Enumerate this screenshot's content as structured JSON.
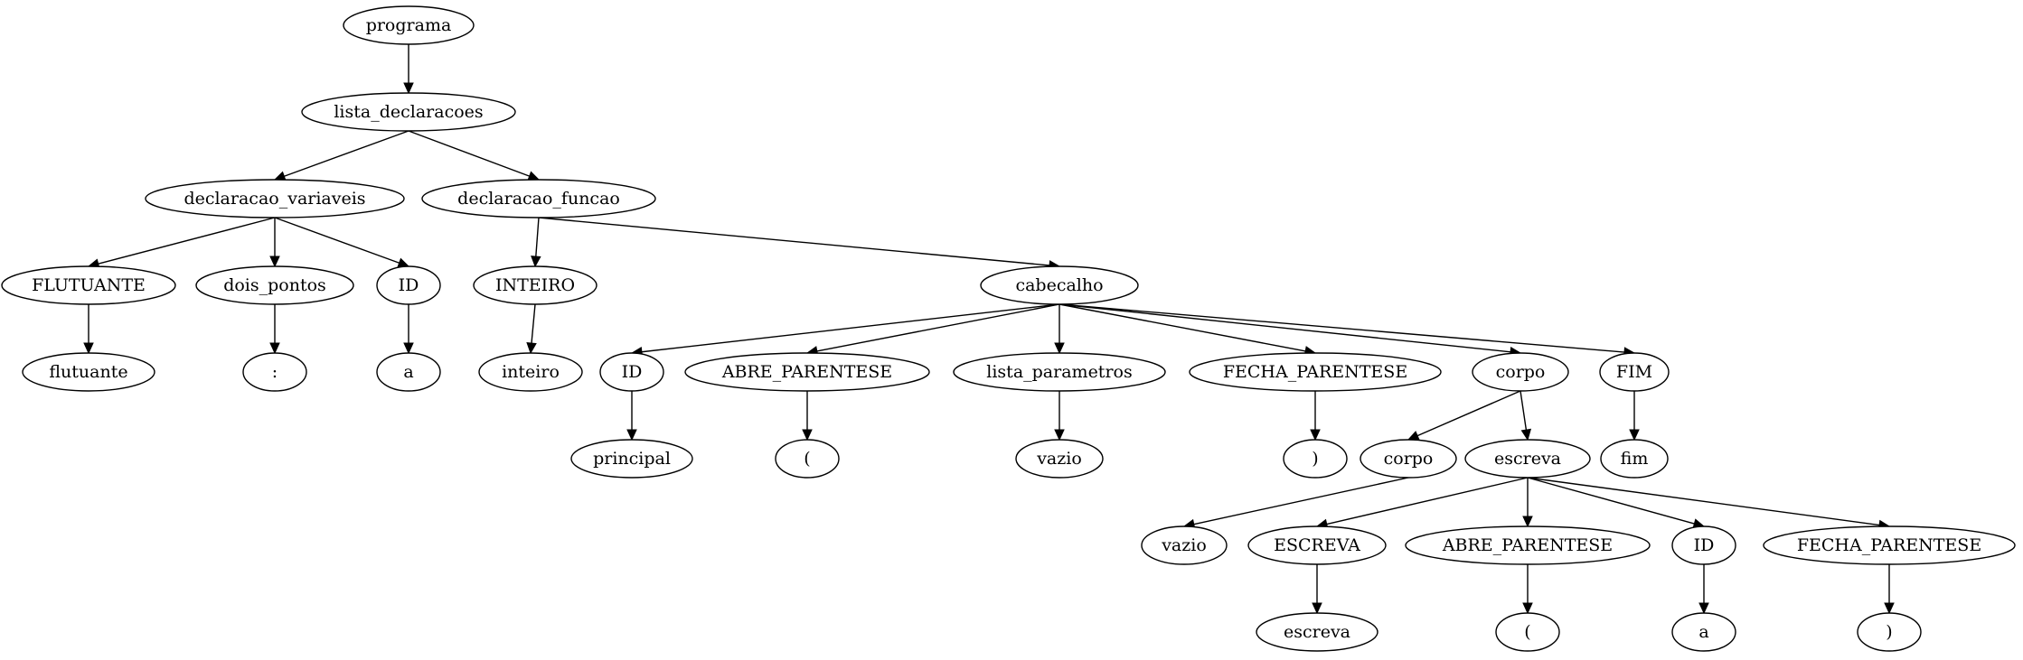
{
  "diagram": {
    "nodes": [
      {
        "id": "programa",
        "label": "programa"
      },
      {
        "id": "lista_declaracoes",
        "label": "lista_declaracoes"
      },
      {
        "id": "declaracao_variaveis",
        "label": "declaracao_variaveis"
      },
      {
        "id": "declaracao_funcao",
        "label": "declaracao_funcao"
      },
      {
        "id": "flutuante_tok",
        "label": "FLUTUANTE"
      },
      {
        "id": "dois_pontos",
        "label": "dois_pontos"
      },
      {
        "id": "id_var",
        "label": "ID"
      },
      {
        "id": "inteiro_tok",
        "label": "INTEIRO"
      },
      {
        "id": "cabecalho",
        "label": "cabecalho"
      },
      {
        "id": "flutuante_lex",
        "label": "flutuante"
      },
      {
        "id": "colon_lex",
        "label": ":"
      },
      {
        "id": "a_var",
        "label": "a"
      },
      {
        "id": "inteiro_lex",
        "label": "inteiro"
      },
      {
        "id": "id_func",
        "label": "ID"
      },
      {
        "id": "abre_parentese_1",
        "label": "ABRE_PARENTESE"
      },
      {
        "id": "lista_parametros",
        "label": "lista_parametros"
      },
      {
        "id": "fecha_parentese_1",
        "label": "FECHA_PARENTESE"
      },
      {
        "id": "corpo_outer",
        "label": "corpo"
      },
      {
        "id": "fim_tok",
        "label": "FIM"
      },
      {
        "id": "principal_lex",
        "label": "principal"
      },
      {
        "id": "open_paren_lex_1",
        "label": "("
      },
      {
        "id": "vazio_params",
        "label": "vazio"
      },
      {
        "id": "close_paren_lex_1",
        "label": ")"
      },
      {
        "id": "corpo_inner",
        "label": "corpo"
      },
      {
        "id": "escreva_node",
        "label": "escreva"
      },
      {
        "id": "fim_lex",
        "label": "fim"
      },
      {
        "id": "vazio_corpo",
        "label": "vazio"
      },
      {
        "id": "escreva_tok",
        "label": "ESCREVA"
      },
      {
        "id": "abre_parentese_2",
        "label": "ABRE_PARENTESE"
      },
      {
        "id": "id_escreva",
        "label": "ID"
      },
      {
        "id": "fecha_parentese_2",
        "label": "FECHA_PARENTESE"
      },
      {
        "id": "escreva_lex",
        "label": "escreva"
      },
      {
        "id": "open_paren_lex_2",
        "label": "("
      },
      {
        "id": "a_escreva",
        "label": "a"
      },
      {
        "id": "close_paren_lex_2",
        "label": ")"
      }
    ],
    "edges": [
      [
        "programa",
        "lista_declaracoes"
      ],
      [
        "lista_declaracoes",
        "declaracao_variaveis"
      ],
      [
        "lista_declaracoes",
        "declaracao_funcao"
      ],
      [
        "declaracao_variaveis",
        "flutuante_tok"
      ],
      [
        "declaracao_variaveis",
        "dois_pontos"
      ],
      [
        "declaracao_variaveis",
        "id_var"
      ],
      [
        "declaracao_funcao",
        "inteiro_tok"
      ],
      [
        "declaracao_funcao",
        "cabecalho"
      ],
      [
        "flutuante_tok",
        "flutuante_lex"
      ],
      [
        "dois_pontos",
        "colon_lex"
      ],
      [
        "id_var",
        "a_var"
      ],
      [
        "inteiro_tok",
        "inteiro_lex"
      ],
      [
        "cabecalho",
        "id_func"
      ],
      [
        "cabecalho",
        "abre_parentese_1"
      ],
      [
        "cabecalho",
        "lista_parametros"
      ],
      [
        "cabecalho",
        "fecha_parentese_1"
      ],
      [
        "cabecalho",
        "corpo_outer"
      ],
      [
        "cabecalho",
        "fim_tok"
      ],
      [
        "id_func",
        "principal_lex"
      ],
      [
        "abre_parentese_1",
        "open_paren_lex_1"
      ],
      [
        "lista_parametros",
        "vazio_params"
      ],
      [
        "fecha_parentese_1",
        "close_paren_lex_1"
      ],
      [
        "corpo_outer",
        "corpo_inner"
      ],
      [
        "corpo_outer",
        "escreva_node"
      ],
      [
        "fim_tok",
        "fim_lex"
      ],
      [
        "corpo_inner",
        "vazio_corpo"
      ],
      [
        "escreva_node",
        "escreva_tok"
      ],
      [
        "escreva_node",
        "abre_parentese_2"
      ],
      [
        "escreva_node",
        "id_escreva"
      ],
      [
        "escreva_node",
        "fecha_parentese_2"
      ],
      [
        "escreva_tok",
        "escreva_lex"
      ],
      [
        "abre_parentese_2",
        "open_paren_lex_2"
      ],
      [
        "id_escreva",
        "a_escreva"
      ],
      [
        "fecha_parentese_2",
        "close_paren_lex_2"
      ]
    ]
  }
}
